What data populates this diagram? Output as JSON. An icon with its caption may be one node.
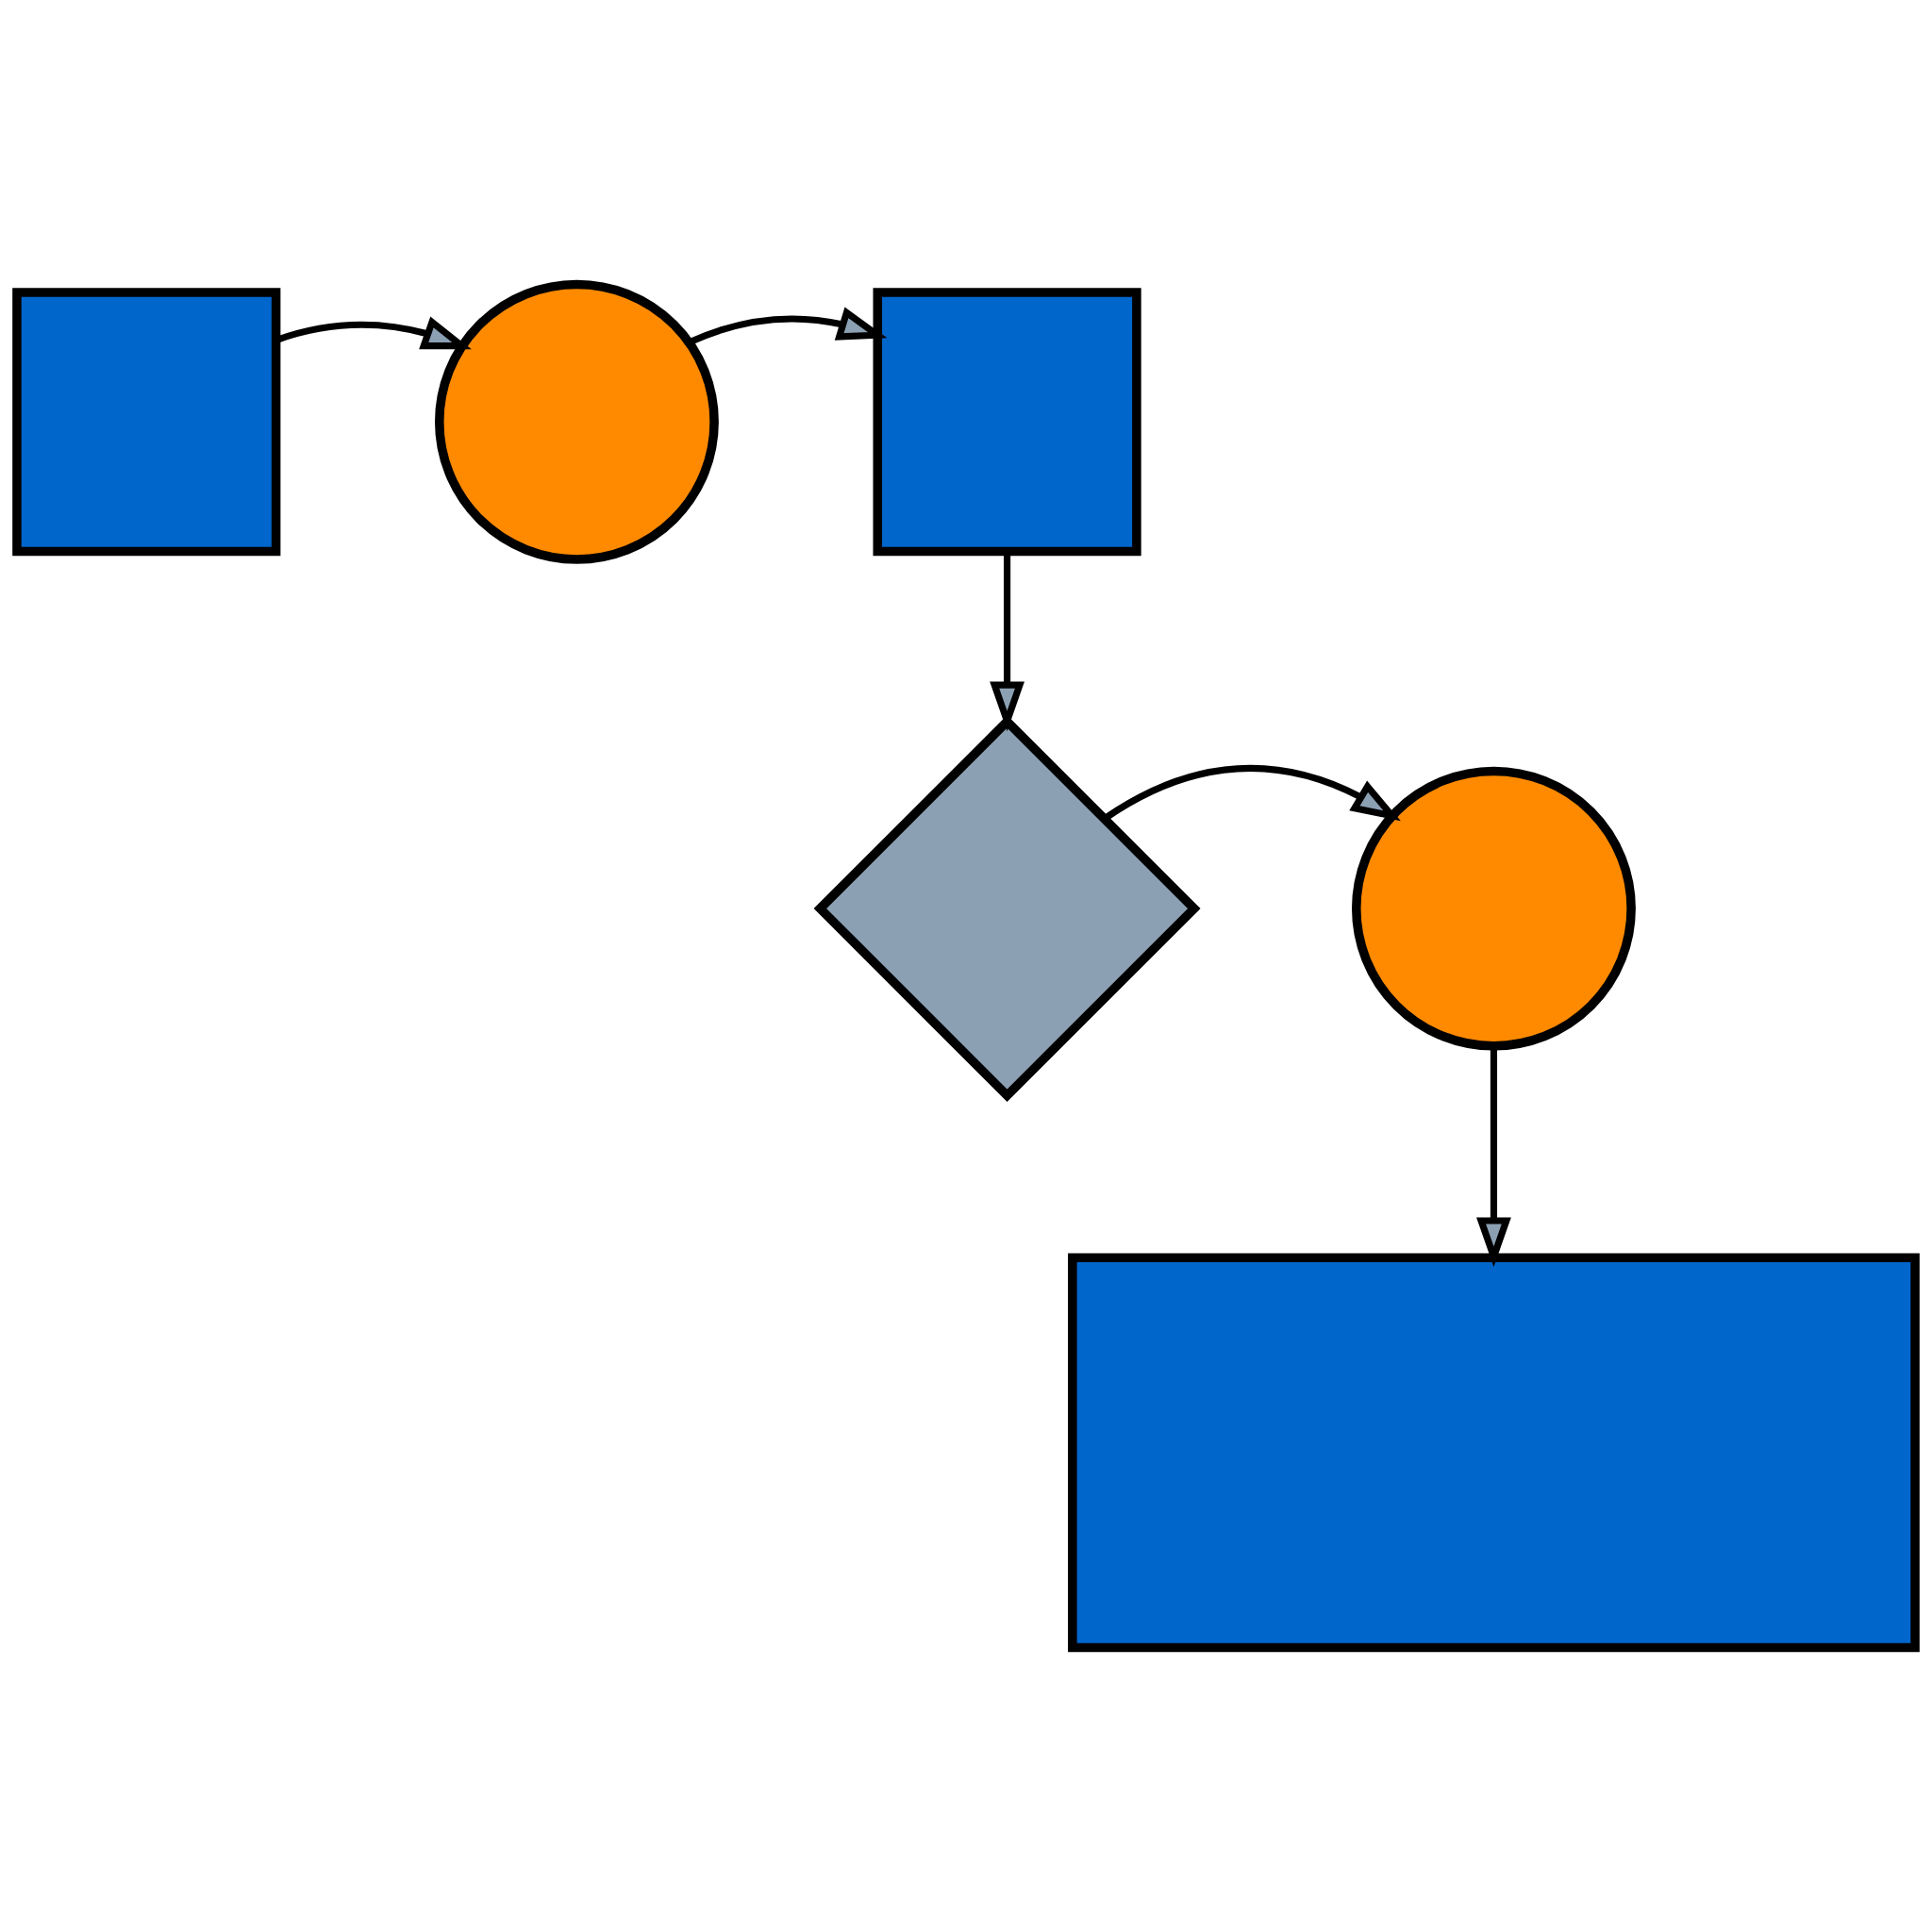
{
  "diagram": {
    "nodes": [
      {
        "text": [],
        "shape": "box"
      },
      {
        "text": [],
        "shape": "circle"
      },
      {
        "text": [],
        "shape": "box"
      },
      {
        "text": [],
        "shape": "circle"
      },
      {
        "text": [],
        "shape": "diamond"
      },
      {
        "text": [],
        "shape": "box"
      }
    ],
    "edges": [
      {
        "from": 0,
        "to": 1,
        "arrow": "to"
      },
      {
        "from": 1,
        "to": 2,
        "arrow": "to"
      },
      {
        "from": 2,
        "to": 4,
        "arrow": "to"
      },
      {
        "from": 4,
        "to": 3,
        "arrow": "to"
      },
      {
        "from": 3,
        "to": 5,
        "arrow": "to"
      }
    ]
  }
}
